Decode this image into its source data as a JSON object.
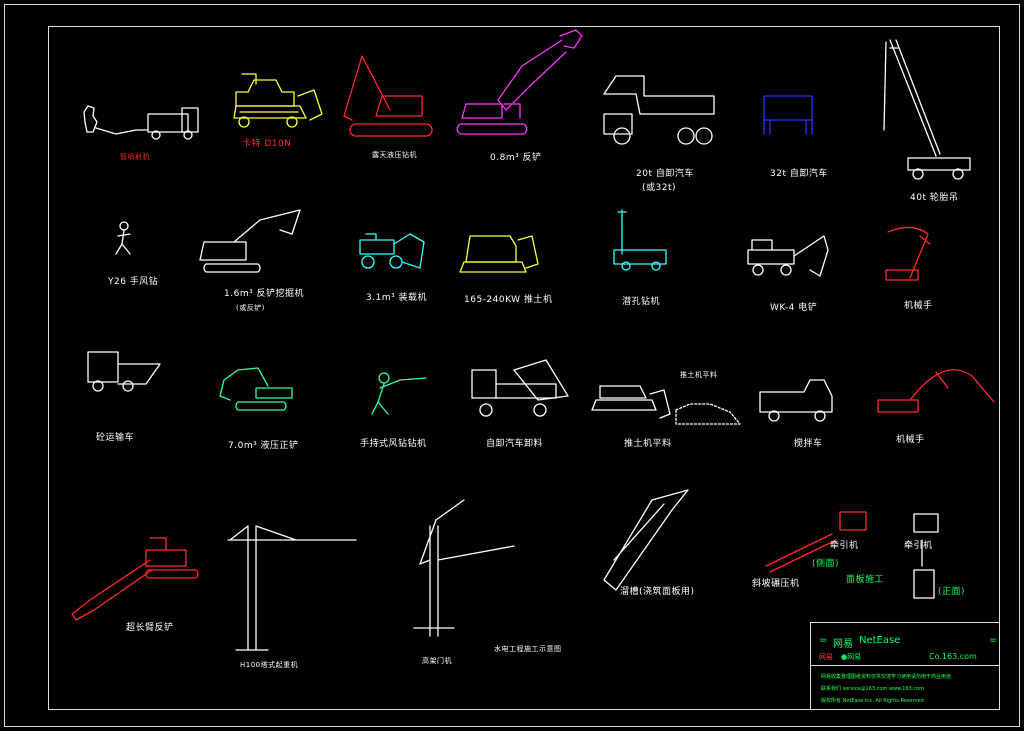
{
  "drawing": {
    "labels": {
      "pump": "管喷射机",
      "cat_d10n": "卡特 D10N",
      "drill_cart": "露天液压钻机",
      "excavator_08": "0.8m³ 反铲",
      "truck_20t": "20t 自卸汽车",
      "truck_20t_sub": "(或32t)",
      "truck_32t": "32t 自卸汽车",
      "crane_40t": "40t 轮胎吊",
      "y26": "Y26 手风钻",
      "excavator_16": "1.6m³ 反铲挖掘机",
      "excavator_16_sub": "(或反铲)",
      "loader_31": "3.1m³ 装载机",
      "dozer_165": "165-240KW 推土机",
      "air_drill": "潜孔钻机",
      "wk4": "WK-4 电铲",
      "manipulator_1": "机械手",
      "dump_cart": "砼运输车",
      "excavator_70": "7.0m³ 液压正铲",
      "handheld_drill": "手持式风钻钻机",
      "dump_unload": "自卸汽车卸料",
      "dozer_level": "推土机平料",
      "dozer_level_note": "推土机平料",
      "mixer": "搅拌车",
      "manipulator_2": "机械手",
      "longarm_excavator": "超长臂反铲",
      "tower_crane": "H100塔式起重机",
      "door_crane": "高架门机",
      "construction_note": "水电工程施工示意图",
      "chute": "溜槽(浇筑面板用)",
      "winch_1": "牵引机",
      "winch_2": "牵引机",
      "slope_roller": "斜坡碾压机",
      "side_note_1": "(侧面)",
      "panel_construction": "面板施工",
      "side_note_2": "(正面)"
    },
    "titleblock": {
      "eq_left": "=",
      "brand_cn": "网易",
      "brand_en": "NetEase",
      "eq_right": "=",
      "row2_a": "网易",
      "row2_b": "●网易",
      "domain": "Co.163.com",
      "fine_1": "网易收集整理图纸资料仅供交流学习使用请勿用于商业用途",
      "fine_2": "联系我们 service@163.com  www.163.com",
      "fine_3": "版权所有 NetEase Inc.  All Rights Reserved"
    },
    "colors": {
      "background": "#000000",
      "frame": "#e0e0e0",
      "white": "#ffffff",
      "yellow": "#ffff33",
      "red": "#ff2a2a",
      "magenta": "#ff33ff",
      "blue": "#2233ff",
      "cyan": "#33ffff",
      "green": "#00ff66"
    }
  }
}
